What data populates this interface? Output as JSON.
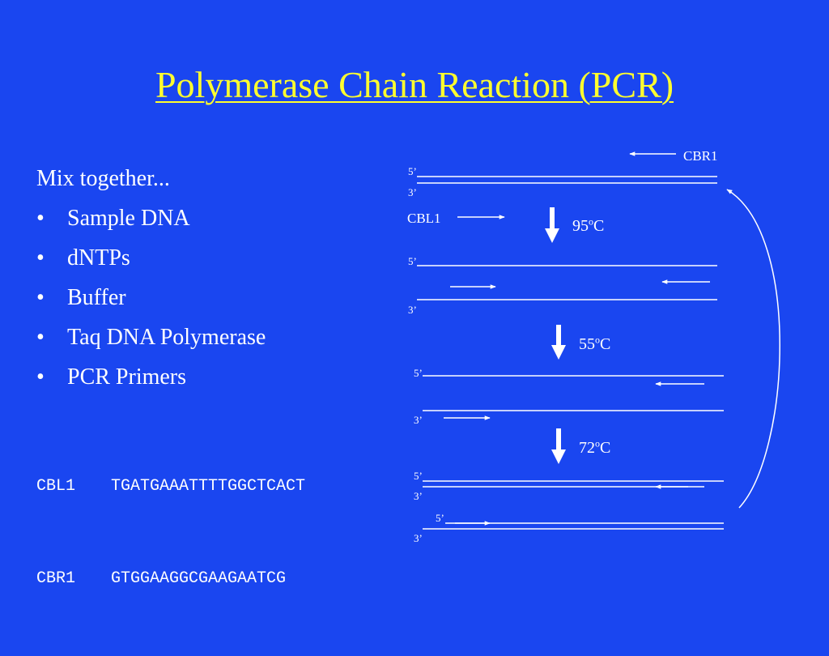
{
  "title": "Polymerase Chain Reaction (PCR)",
  "left": {
    "intro": "Mix together...",
    "bullet": "•",
    "items": [
      "Sample DNA",
      "dNTPs",
      "Buffer",
      "Taq DNA Polymerase",
      "PCR Primers"
    ],
    "primers": [
      {
        "name": "CBL1",
        "sequence": "TGATGAAATTTTGGCTCACT"
      },
      {
        "name": "CBR1",
        "sequence": "GTGGAAGGCGAAGAATCG"
      }
    ]
  },
  "diagram": {
    "primer_right": "CBR1",
    "primer_left": "CBL1",
    "five_prime": "5’",
    "three_prime": "3’",
    "steps": [
      {
        "value": "95",
        "sup": "o",
        "unit": "C"
      },
      {
        "value": "55",
        "sup": "o",
        "unit": "C"
      },
      {
        "value": "72",
        "sup": "o",
        "unit": "C"
      }
    ]
  },
  "colors": {
    "background": "#1a46f0",
    "title": "#ffff2e",
    "text": "#ffffff"
  }
}
